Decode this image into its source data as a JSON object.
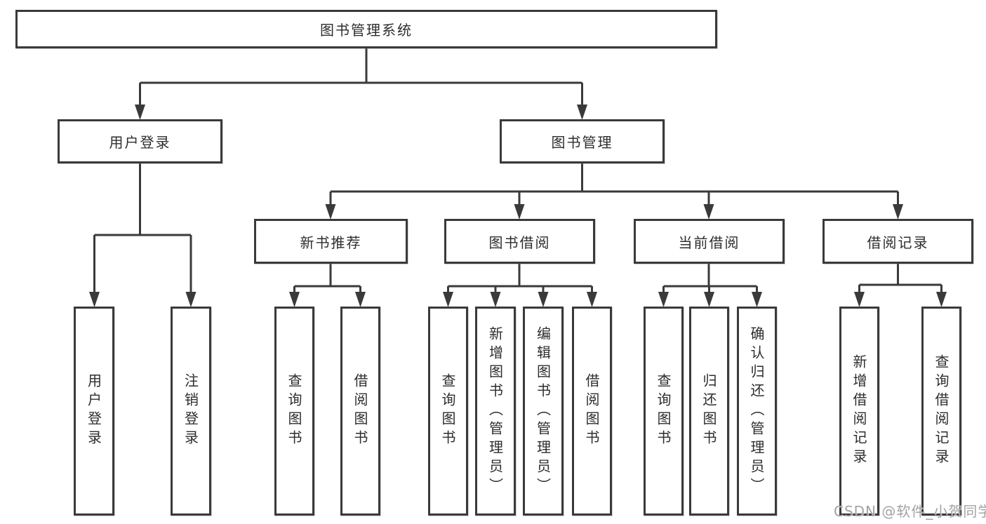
{
  "nodes": {
    "root": "图书管理系统",
    "level2": {
      "user_login": "用户登录",
      "book_mgmt": "图书管理"
    },
    "level3": {
      "new_book_rec": "新书推荐",
      "book_borrow": "图书借阅",
      "current_borrow": "当前借阅",
      "borrow_records": "借阅记录"
    },
    "leaves": {
      "user_login": "用户登录",
      "logout": "注销登录",
      "query_book_a": "查询图书",
      "borrow_book_a": "借阅图书",
      "query_book_b": "查询图书",
      "add_book": "新增图书（管理员）",
      "edit_book": "编辑图书（管理员）",
      "borrow_book_b": "借阅图书",
      "query_book_c": "查询图书",
      "return_book": "归还图书",
      "confirm_return": "确认归还（管理员）",
      "add_record": "新增借阅记录",
      "query_record": "查询借阅记录"
    }
  },
  "colors": {
    "line": "#3a3a3a",
    "text": "#2d2d2d",
    "watermark": "#a2a2a2",
    "background": "#ffffff"
  },
  "watermark": "CSDN @软件_小贺同学"
}
